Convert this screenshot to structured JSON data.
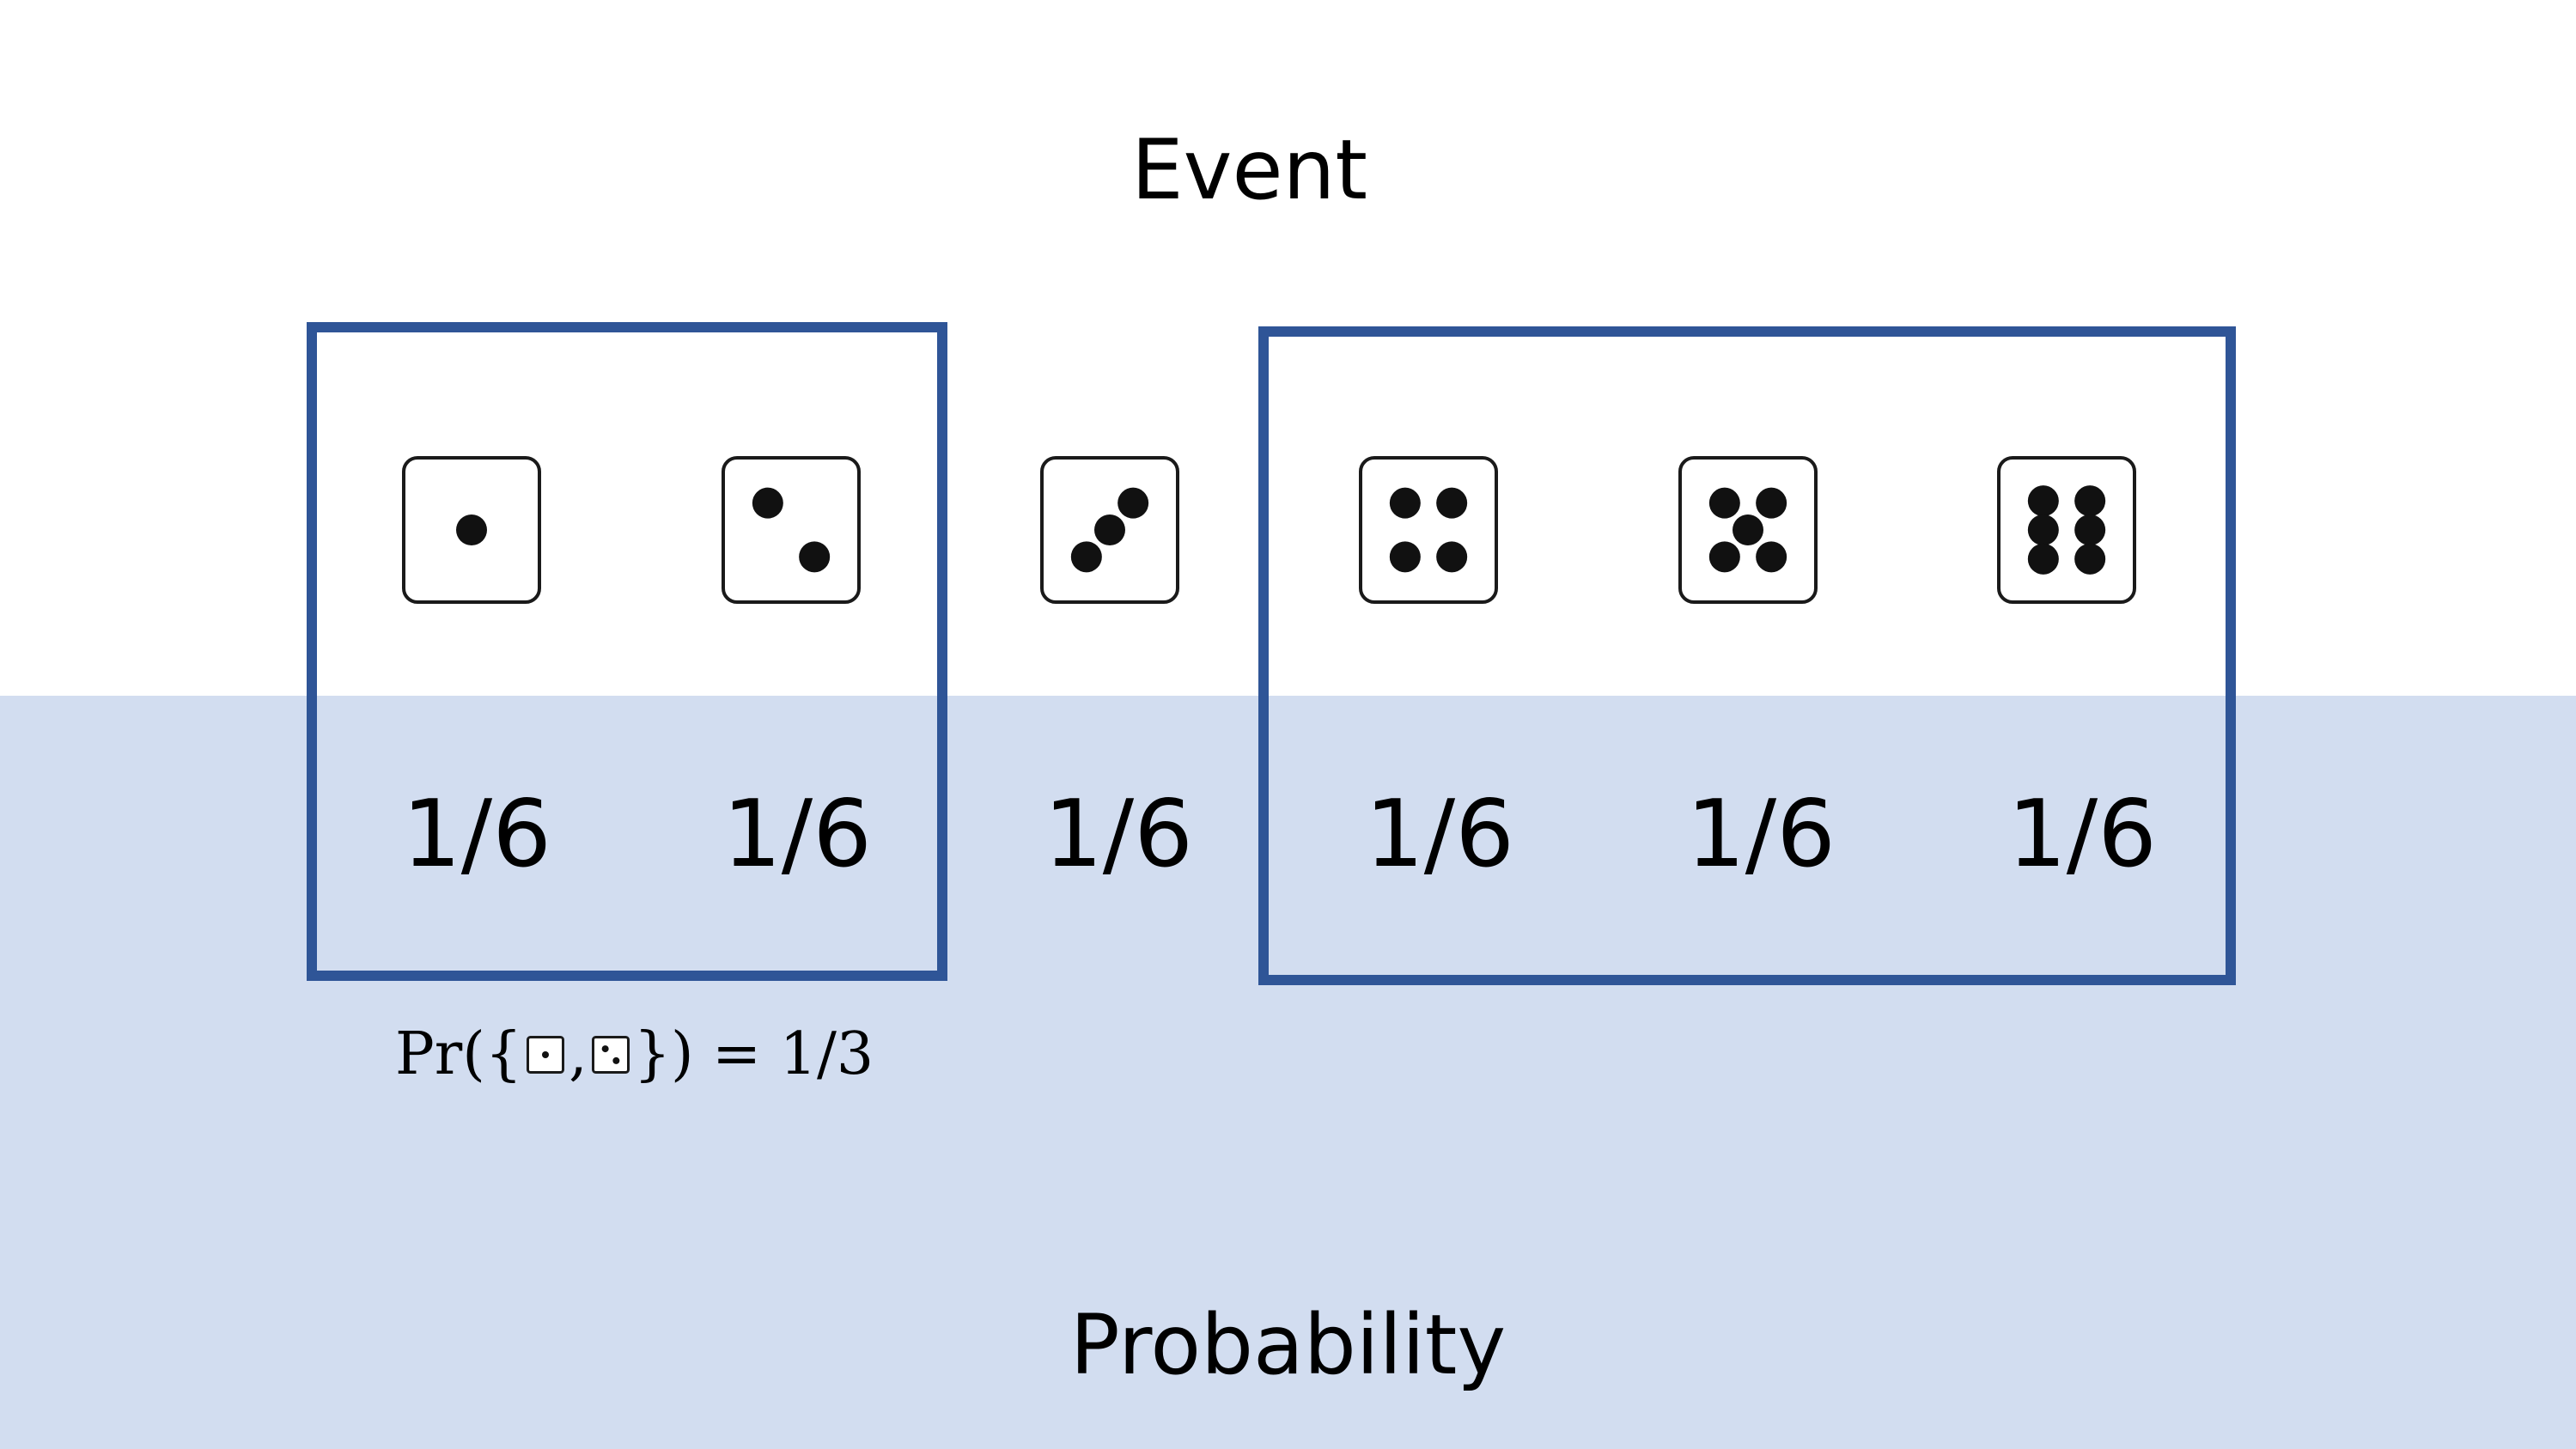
{
  "titles": {
    "event": "Event",
    "probability": "Probability"
  },
  "colors": {
    "box_border": "#2f5597",
    "probability_band": "#d2ddf0",
    "die_stroke": "#1a1a1a",
    "pip": "#111111"
  },
  "outcomes": [
    {
      "face": 1,
      "icon": "die-face-1-icon",
      "probability": "1/6"
    },
    {
      "face": 2,
      "icon": "die-face-2-icon",
      "probability": "1/6"
    },
    {
      "face": 3,
      "icon": "die-face-3-icon",
      "probability": "1/6"
    },
    {
      "face": 4,
      "icon": "die-face-4-icon",
      "probability": "1/6"
    },
    {
      "face": 5,
      "icon": "die-face-5-icon",
      "probability": "1/6"
    },
    {
      "face": 6,
      "icon": "die-face-6-icon",
      "probability": "1/6"
    }
  ],
  "event_boxes": [
    {
      "faces": [
        1,
        2
      ]
    },
    {
      "faces": [
        4,
        5,
        6
      ]
    }
  ],
  "formula": {
    "prefix": "Pr({",
    "faces": [
      1,
      2
    ],
    "separator": ",",
    "suffix": "}) = 1/3"
  }
}
